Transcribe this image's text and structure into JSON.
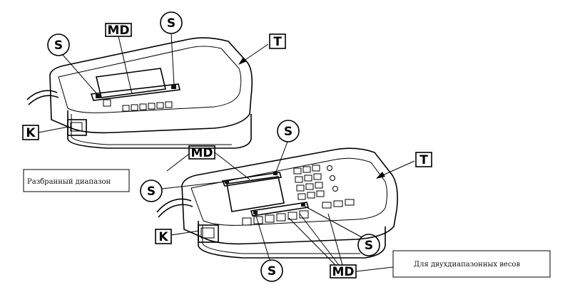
{
  "labels": {
    "s": "S",
    "md": "MD",
    "t": "T",
    "k": "K"
  },
  "captions": {
    "range_box": "Разбранный диапазон",
    "dual_range_box": "Для двухдиапазонных весов"
  }
}
